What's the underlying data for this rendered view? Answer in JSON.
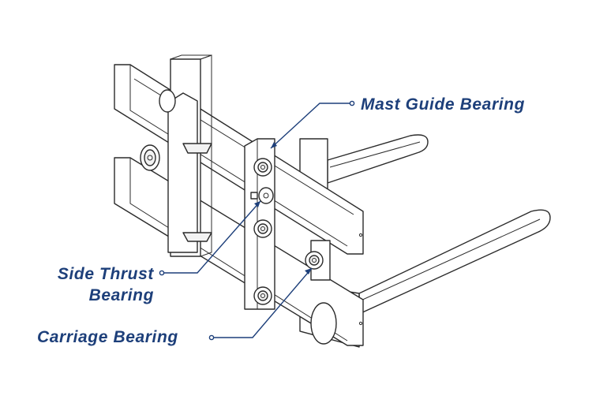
{
  "colors": {
    "callout": "#1d3f7a",
    "line_art": "#2b2b2b",
    "background": "#ffffff"
  },
  "labels": {
    "mast_guide_bearing": "Mast Guide Bearing",
    "side_thrust_bearing_line1": "Side Thrust",
    "side_thrust_bearing_line2": "Bearing",
    "carriage_bearing": "Carriage Bearing"
  }
}
